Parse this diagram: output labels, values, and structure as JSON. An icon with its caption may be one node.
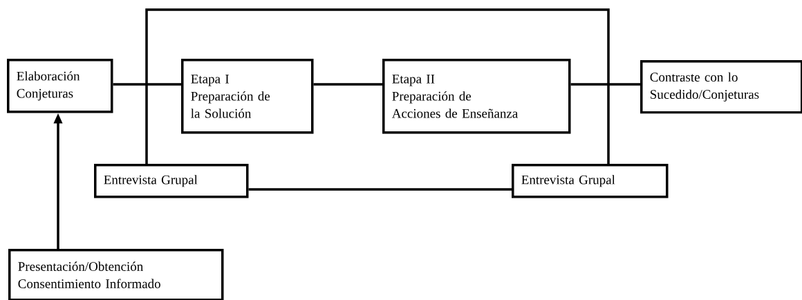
{
  "diagram": {
    "nodes": [
      {
        "text": [
          "Elaboración Conjeturas"
        ]
      },
      {
        "text": [
          "Etapa I",
          "Preparación de la Solución"
        ]
      },
      {
        "text": [
          "Etapa II",
          "Preparación de Acciones de Enseñanza"
        ]
      },
      {
        "text": [
          "Contraste con lo Sucedido/Conjeturas"
        ]
      },
      {
        "text": [
          "Entrevista Grupal"
        ]
      },
      {
        "text": [
          "Entrevista Grupal"
        ]
      },
      {
        "text": [
          "Presentación/Obtención Consentimiento Informado"
        ]
      }
    ],
    "edges": [
      {
        "from": 6,
        "to": 0,
        "arrow": "to"
      },
      {
        "from": 0,
        "to": 1,
        "arrow": "none"
      },
      {
        "from": 1,
        "to": 2,
        "arrow": "none"
      },
      {
        "from": 2,
        "to": 3,
        "arrow": "none"
      },
      {
        "from": 4,
        "to": 5,
        "arrow": "none"
      },
      {
        "from": 4,
        "to": 5,
        "arrow": "none"
      }
    ]
  }
}
